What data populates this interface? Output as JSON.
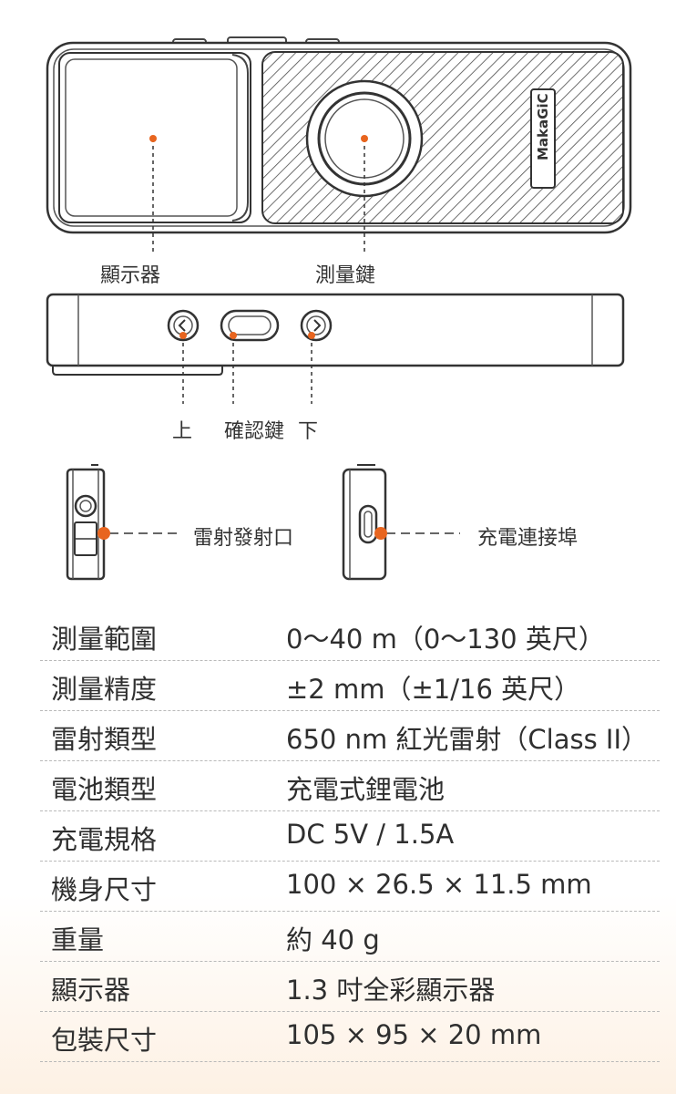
{
  "diagram": {
    "top_view": {
      "brand_text": "MakaGiC",
      "display_label": "顯示器",
      "measure_key_label": "測量鍵"
    },
    "side_view": {
      "up_label": "上",
      "confirm_label": "確認鍵",
      "down_label": "下"
    },
    "end_views": {
      "laser_port_label": "雷射發射口",
      "charging_port_label": "充電連接埠"
    },
    "accent_color": "#e8651f"
  },
  "specs": [
    {
      "key": "測量範圍",
      "value": "0〜40 m（0〜130 英尺）"
    },
    {
      "key": "測量精度",
      "value": "±2 mm（±1/16 英尺）"
    },
    {
      "key": "雷射類型",
      "value": "650 nm 紅光雷射（Class II）"
    },
    {
      "key": "電池類型",
      "value": "充電式鋰電池"
    },
    {
      "key": "充電規格",
      "value": "DC 5V / 1.5A"
    },
    {
      "key": "機身尺寸",
      "value": "100 × 26.5 × 11.5 mm"
    },
    {
      "key": "重量",
      "value": "約 40 g"
    },
    {
      "key": "顯示器",
      "value": "1.3 吋全彩顯示器"
    },
    {
      "key": "包裝尺寸",
      "value": "105 × 95 × 20 mm"
    }
  ]
}
